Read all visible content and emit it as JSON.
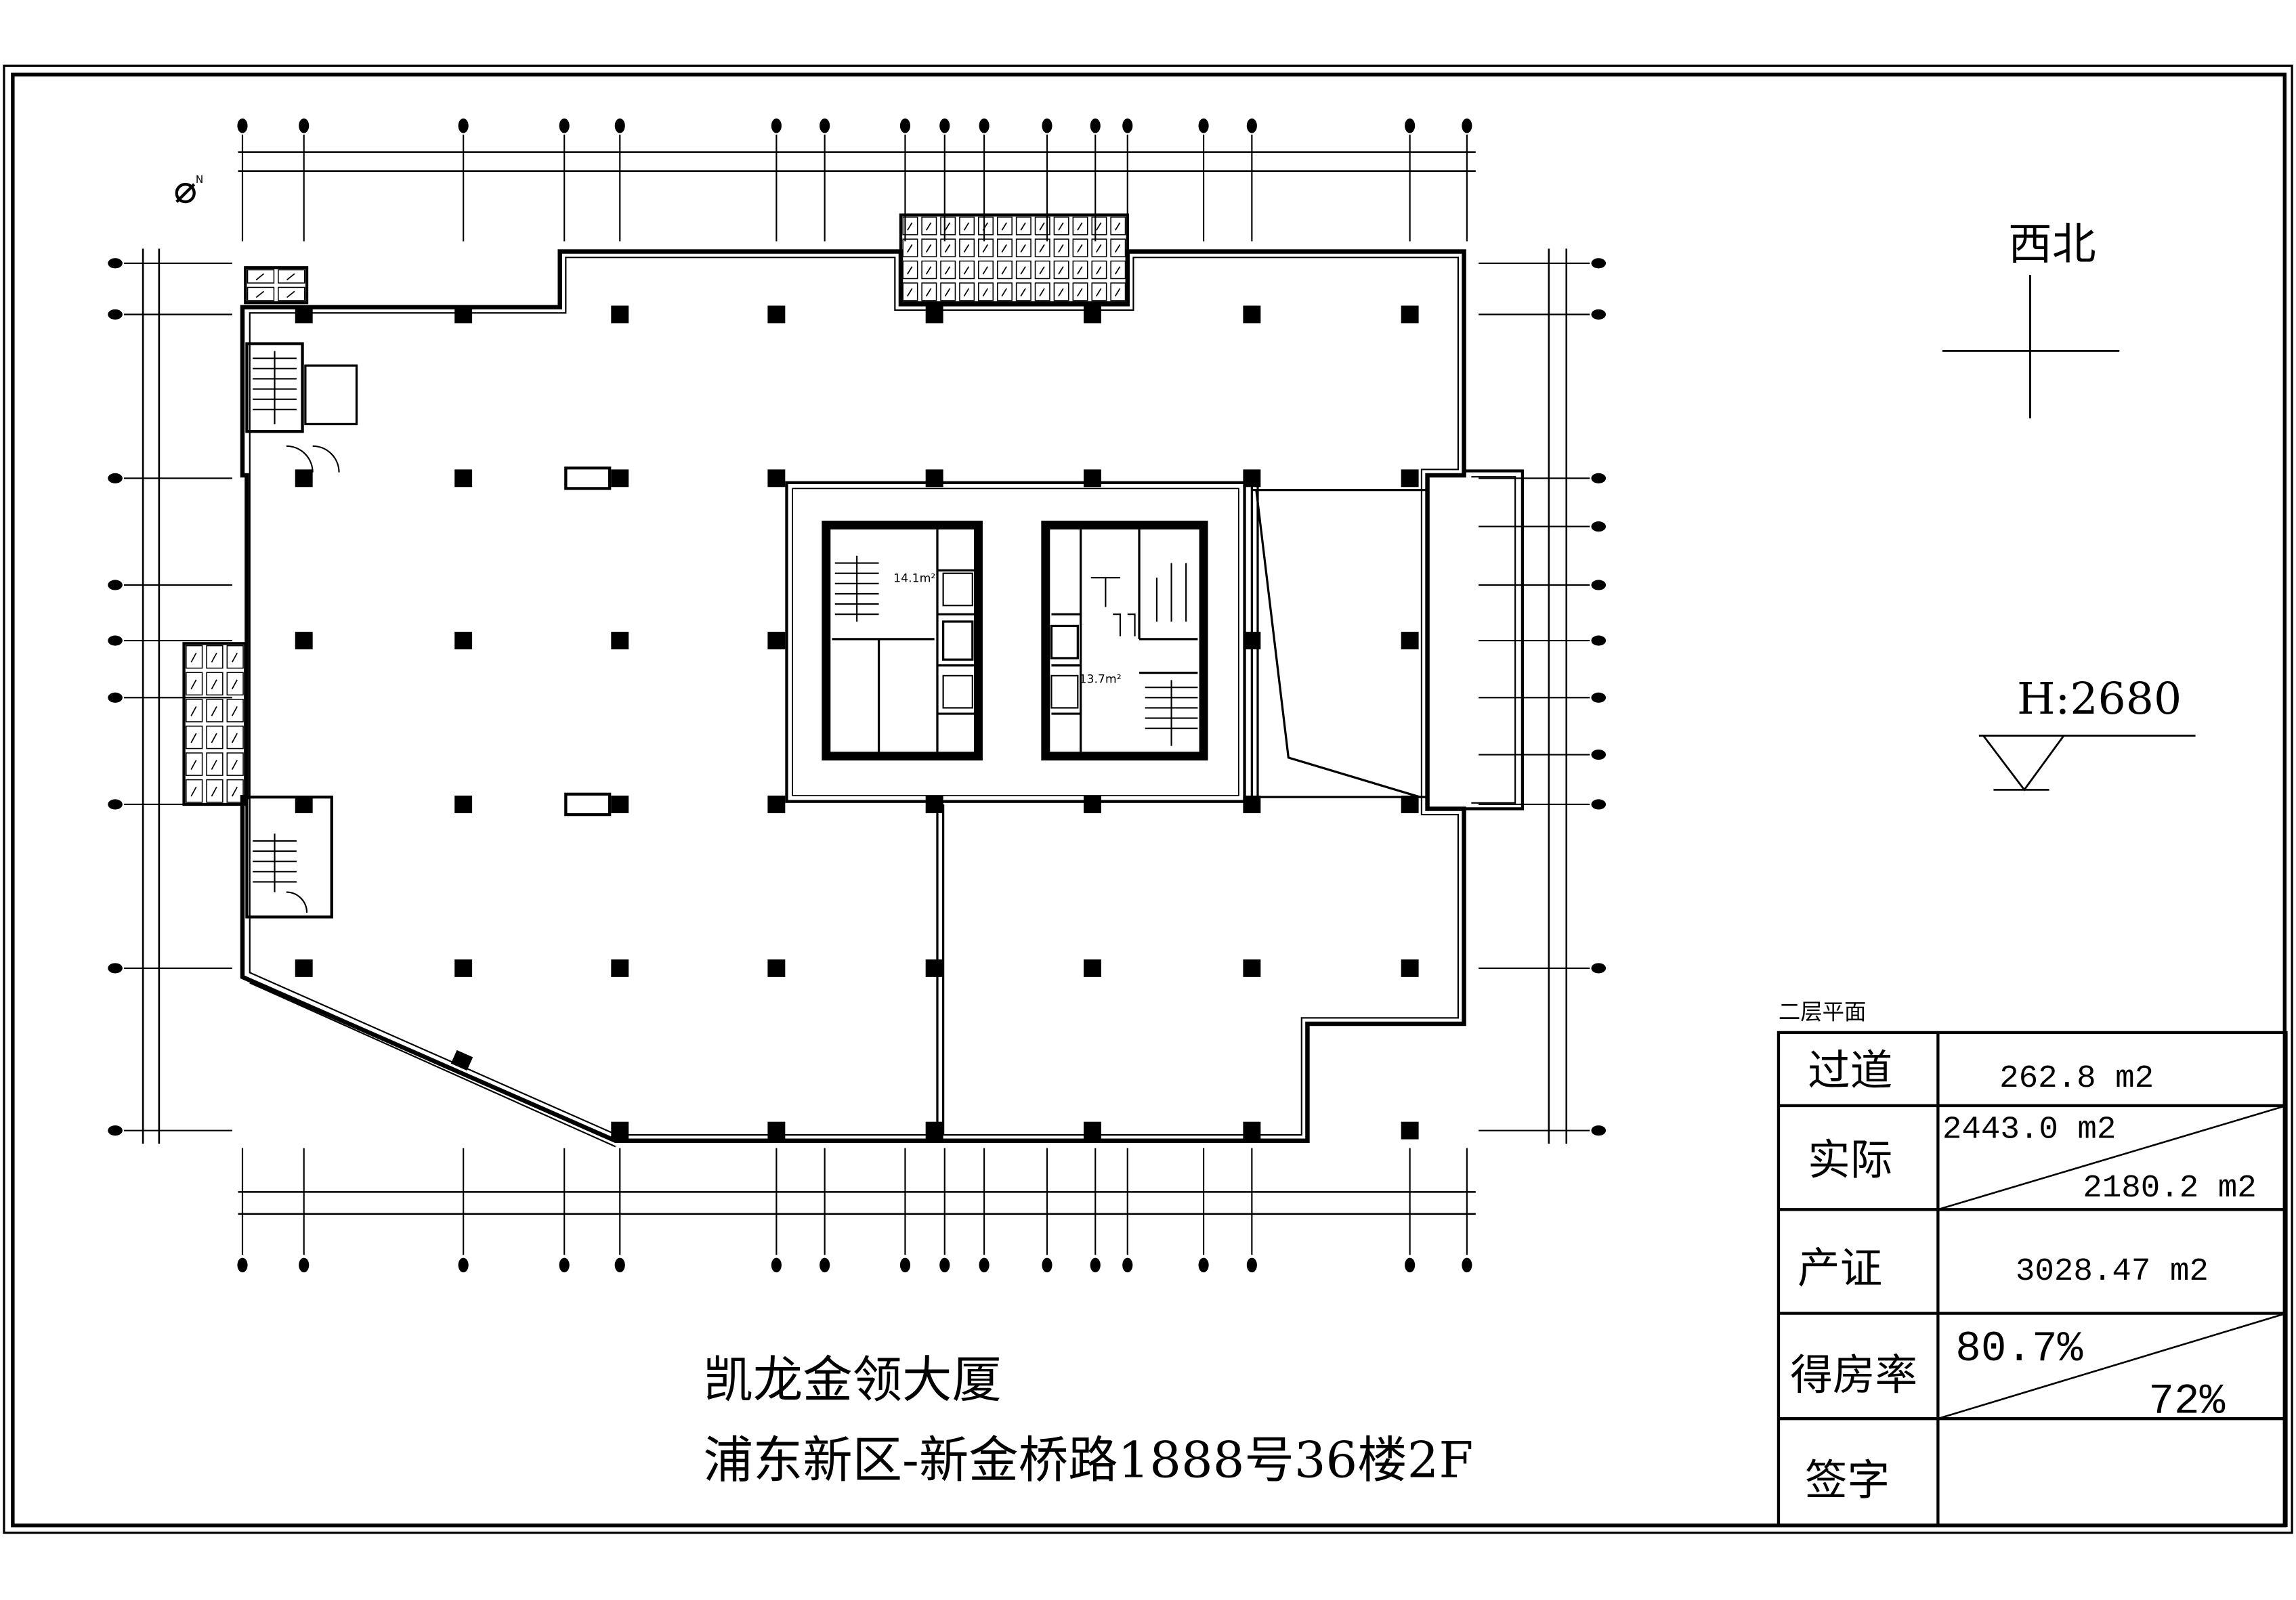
{
  "drawing": {
    "building_name": "凯龙金领大厦",
    "address": "浦东新区-新金桥路1888号36楼2F",
    "orientation_label": "西北",
    "elevation_label": "H:2680",
    "core_area_left": "14.1m²",
    "core_area_right": "13.7m²",
    "north_marker": "N"
  },
  "area_table": {
    "caption": "二层平面",
    "rows": [
      {
        "label": "过道",
        "value": "262.8 m2"
      },
      {
        "label": "实际",
        "value_top": "2443.0 m2",
        "value_bottom": "2180.2 m2"
      },
      {
        "label": "产证",
        "value": "3028.47 m2"
      },
      {
        "label": "得房率",
        "value_top": "80.7%",
        "value_bottom": "72%"
      },
      {
        "label": "签字",
        "value": ""
      }
    ]
  }
}
